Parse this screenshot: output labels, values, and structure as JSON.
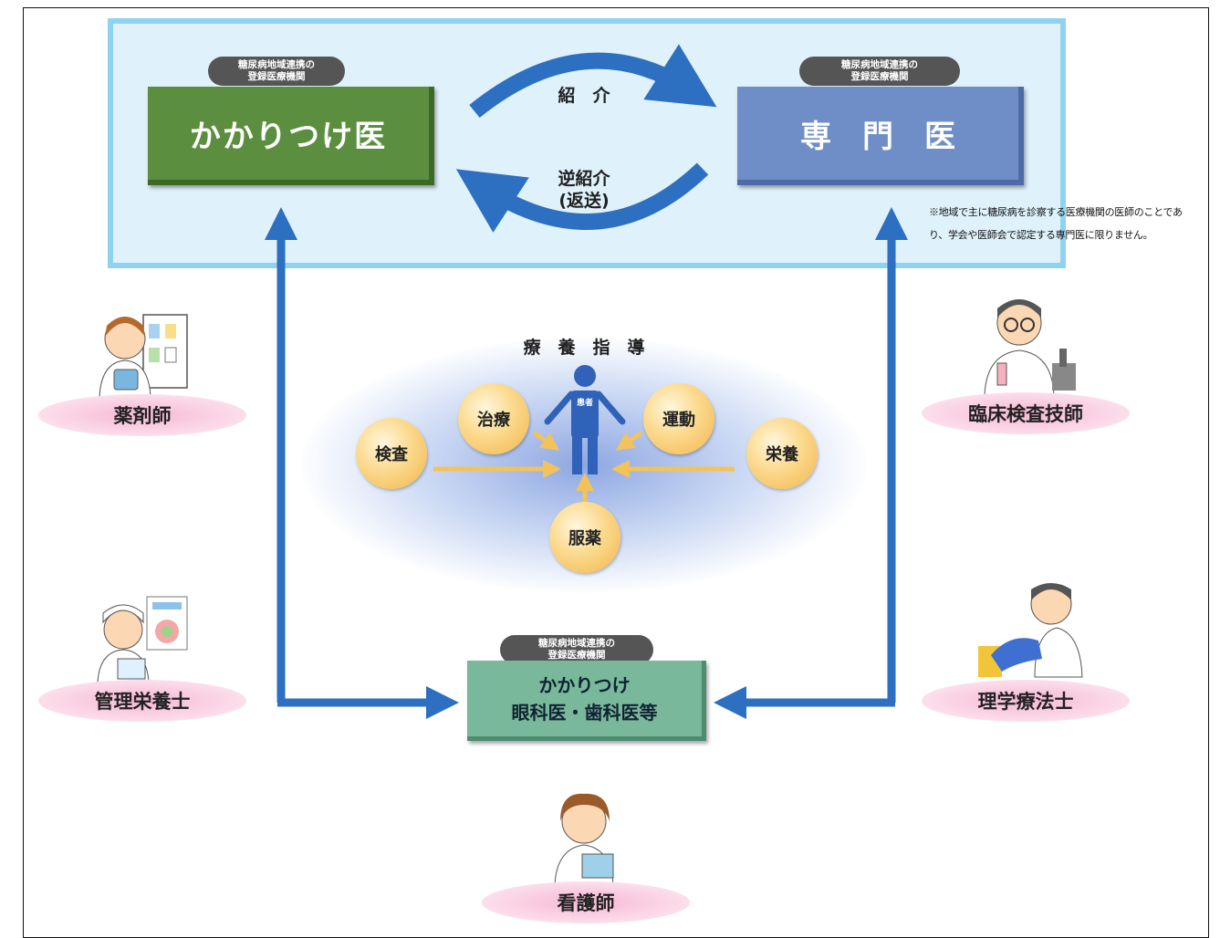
{
  "top_panel": {
    "gp_badge": [
      "糖尿病地域連携の",
      "登録医療機関"
    ],
    "gp_label": "かかりつけ医",
    "specialist_badge": [
      "糖尿病地域連携の",
      "登録医療機関"
    ],
    "specialist_label": "専　門　医",
    "referral_label": "紹　介",
    "reverse_referral_label": [
      "逆紹介",
      "(返送)"
    ],
    "note": "※地域で主に糖尿病を診察する医療機関の医師のことであり、学会や医師会で認定する専門医に限りません。"
  },
  "center": {
    "title": "療　養　指　導",
    "patient_label": "患者",
    "items": {
      "treatment": "治療",
      "exercise": "運動",
      "exam": "検査",
      "nutrition": "栄養",
      "medication": "服薬"
    }
  },
  "bottom_card": {
    "badge": [
      "糖尿病地域連携の",
      "登録医療機関"
    ],
    "line1": "かかりつけ",
    "line2": "眼科医・歯科医等"
  },
  "roles": {
    "pharmacist": "薬剤師",
    "dietitian": "管理栄養士",
    "nurse": "看護師",
    "lab_technician": "臨床検査技師",
    "physical_therapist": "理学療法士"
  },
  "colors": {
    "gp_green": "#5b8f3f",
    "specialist_blue": "#6f8ec8",
    "eye_dental_green": "#79b89a",
    "arrow_blue": "#2d6fc0",
    "panel_border": "#8fd3f0",
    "role_pink": "#f6b8d4"
  }
}
